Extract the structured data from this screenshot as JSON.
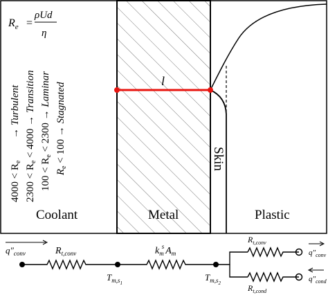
{
  "formula": {
    "lhs": "R",
    "lhs_sub": "e",
    "eq": "=",
    "numerator": "ρUd",
    "denominator": "η"
  },
  "regimes": [
    {
      "condition": "4000 < R",
      "sub": "e",
      "arrow": "→",
      "name": "Turbulent"
    },
    {
      "condition": "2300 < R",
      "sub": "e",
      "rest": " < 4000",
      "arrow": "→",
      "name": "Transition"
    },
    {
      "condition": "100 < R",
      "sub": "e",
      "rest": " < 2300",
      "arrow": "→",
      "name": "Laminar"
    },
    {
      "condition": "R",
      "sub": "e",
      "rest": " < 100",
      "arrow": "→",
      "name": "Stagnated"
    }
  ],
  "regions": {
    "coolant": "Coolant",
    "metal": "Metal",
    "plastic": "Plastic",
    "skin": "Skin"
  },
  "length_label": "l",
  "colors": {
    "length_line": "#e8140f",
    "outline": "#000000",
    "hatch": "#555555"
  },
  "circuit": {
    "q_conv_in": {
      "base": "q″",
      "sub": "conv"
    },
    "r_t_conv": {
      "base": "R",
      "sub": "t,conv"
    },
    "k_m_a_m": {
      "k": "k",
      "k_sub": "m",
      "k_sup": "s",
      "a": "A",
      "a_sub": "m"
    },
    "t_m_s1": {
      "base": "T",
      "sub": "m,s",
      "subsub": "1"
    },
    "t_m_s2": {
      "base": "T",
      "sub": "m,s",
      "subsub": "2"
    },
    "r_t_conv_upper": {
      "base": "R",
      "sub": "t,conv"
    },
    "r_t_cond_lower": {
      "base": "R",
      "sub": "t,cond"
    },
    "q_conv_out": {
      "base": "q″",
      "sub": "conv"
    },
    "q_cond_out": {
      "base": "q″",
      "sub": "cond"
    }
  }
}
